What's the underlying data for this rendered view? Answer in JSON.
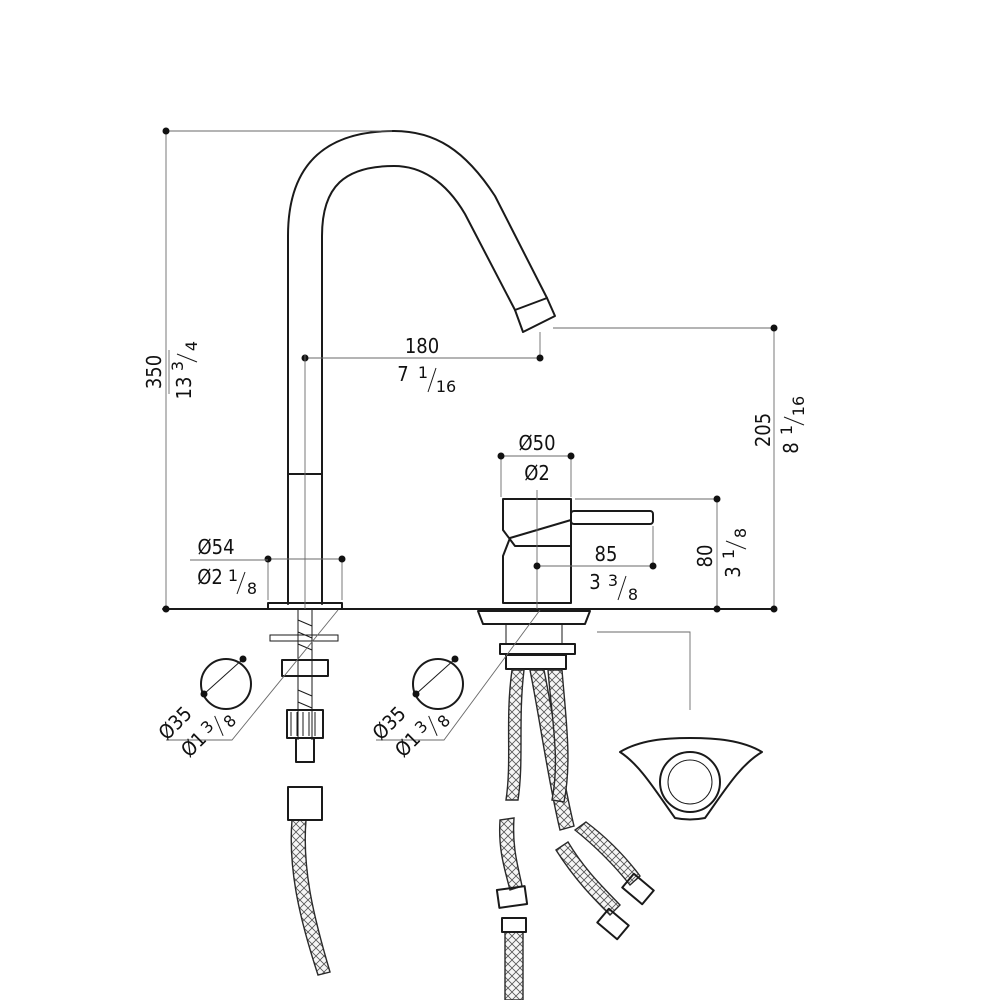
{
  "dimensions": {
    "height_total": {
      "mm": "350",
      "inch_whole": "13",
      "inch_num": "3",
      "inch_den": "4"
    },
    "spout_reach": {
      "mm": "180",
      "inch_whole": "7",
      "inch_num": "1",
      "inch_den": "16"
    },
    "spout_height": {
      "mm": "205",
      "inch_whole": "8",
      "inch_num": "1",
      "inch_den": "16"
    },
    "mixer_diameter": {
      "mm": "Ø50",
      "inch": "Ø2"
    },
    "spout_base_diameter": {
      "mm": "Ø54",
      "inch_whole": "Ø2",
      "inch_num": "1",
      "inch_den": "8"
    },
    "lever_length": {
      "mm": "85",
      "inch_whole": "3",
      "inch_num": "3",
      "inch_den": "8"
    },
    "mixer_height": {
      "mm": "80",
      "inch_whole": "3",
      "inch_num": "1",
      "inch_den": "8"
    },
    "hole_left": {
      "mm": "Ø35",
      "inch_whole": "Ø1",
      "inch_num": "3",
      "inch_den": "8"
    },
    "hole_right": {
      "mm": "Ø35",
      "inch_whole": "Ø1",
      "inch_num": "3",
      "inch_den": "8"
    }
  },
  "colors": {
    "line": "#1a1a1a",
    "dimension": "#6a6a6a",
    "background": "#ffffff"
  }
}
